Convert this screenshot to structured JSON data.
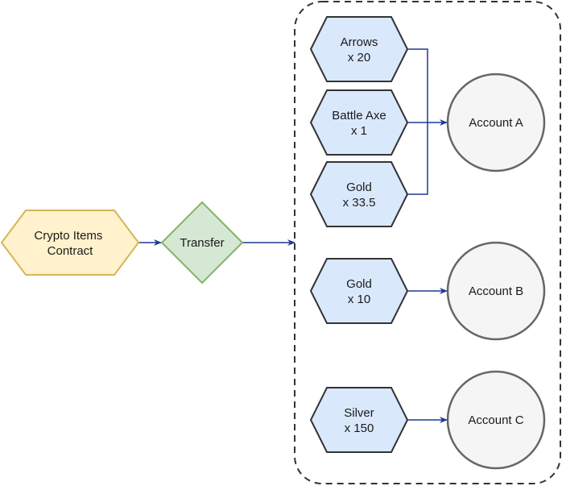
{
  "source": {
    "line1": "Crypto Items",
    "line2": "Contract",
    "fill": "#fff2cc",
    "stroke": "#d6b656"
  },
  "transfer": {
    "label": "Transfer",
    "fill": "#d5e8d4",
    "stroke": "#82b366"
  },
  "items": [
    {
      "name": "Arrows",
      "qty": "x 20",
      "account": "A"
    },
    {
      "name": "Battle Axe",
      "qty": "x 1",
      "account": "A"
    },
    {
      "name": "Gold",
      "qty": "x 33.5",
      "account": "A"
    },
    {
      "name": "Gold",
      "qty": "x 10",
      "account": "B"
    },
    {
      "name": "Silver",
      "qty": "x 150",
      "account": "C"
    }
  ],
  "accounts": [
    {
      "id": "A",
      "label": "Account A"
    },
    {
      "id": "B",
      "label": "Account B"
    },
    {
      "id": "C",
      "label": "Account C"
    }
  ],
  "colors": {
    "item_fill": "#dae8fc",
    "item_stroke": "#333333",
    "account_fill": "#f5f5f5",
    "account_stroke": "#666666",
    "edge": "#1f3a93",
    "group_border": "#333333"
  }
}
